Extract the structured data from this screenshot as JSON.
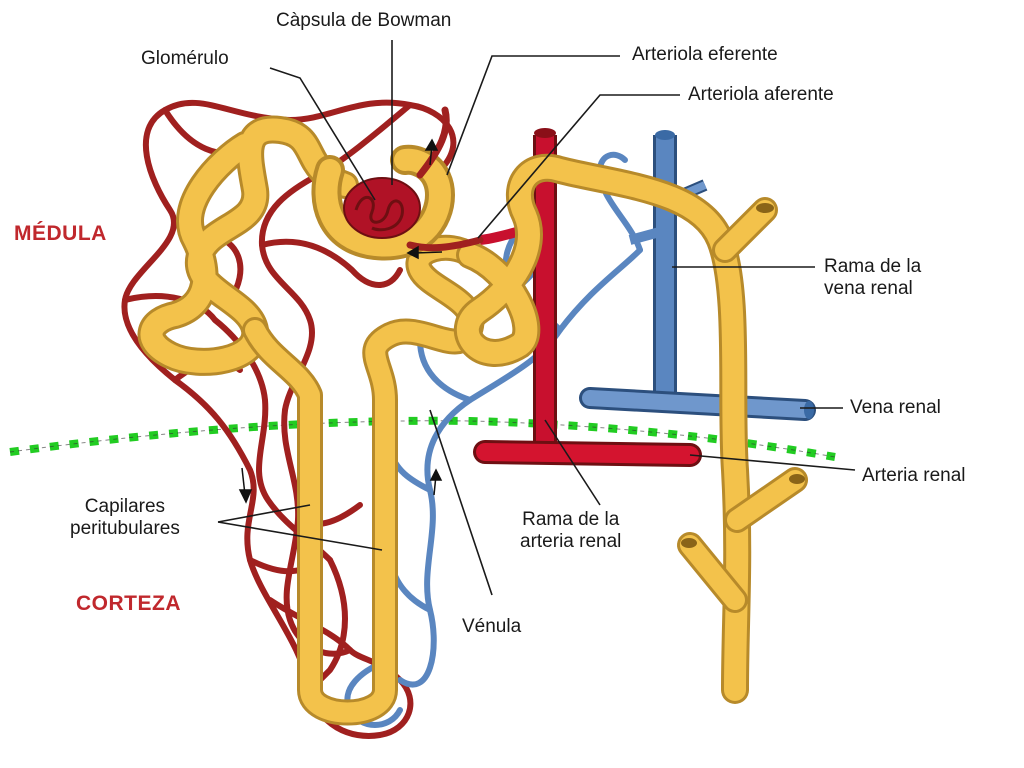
{
  "colors": {
    "artery": "#c8102e",
    "artery_edge": "#6e0f12",
    "capillary": "#a0201f",
    "vein": "#5a86c0",
    "vein_edge": "#2c4f7d",
    "tubule": "#f3c24b",
    "tubule_edge": "#b78a2a",
    "boundary": "#22cc22",
    "zone_label": "#c0282d"
  },
  "zones": {
    "medulla": "MÉDULA",
    "cortex": "CORTEZA"
  },
  "labels": {
    "bowman_capsule": "Càpsula de Bowman",
    "glomerulus": "Glomérulo",
    "efferent_arteriole": "Arteriola eferente",
    "afferent_arteriole": "Arteriola aferente",
    "renal_vein_branch": [
      "Rama de la",
      "vena renal"
    ],
    "renal_vein": "Vena renal",
    "renal_artery": "Arteria renal",
    "renal_artery_branch": [
      "Rama de la",
      "arteria renal"
    ],
    "venule": "Vénula",
    "peritubular_capillaries": [
      "Capilares",
      "peritubulares"
    ]
  }
}
